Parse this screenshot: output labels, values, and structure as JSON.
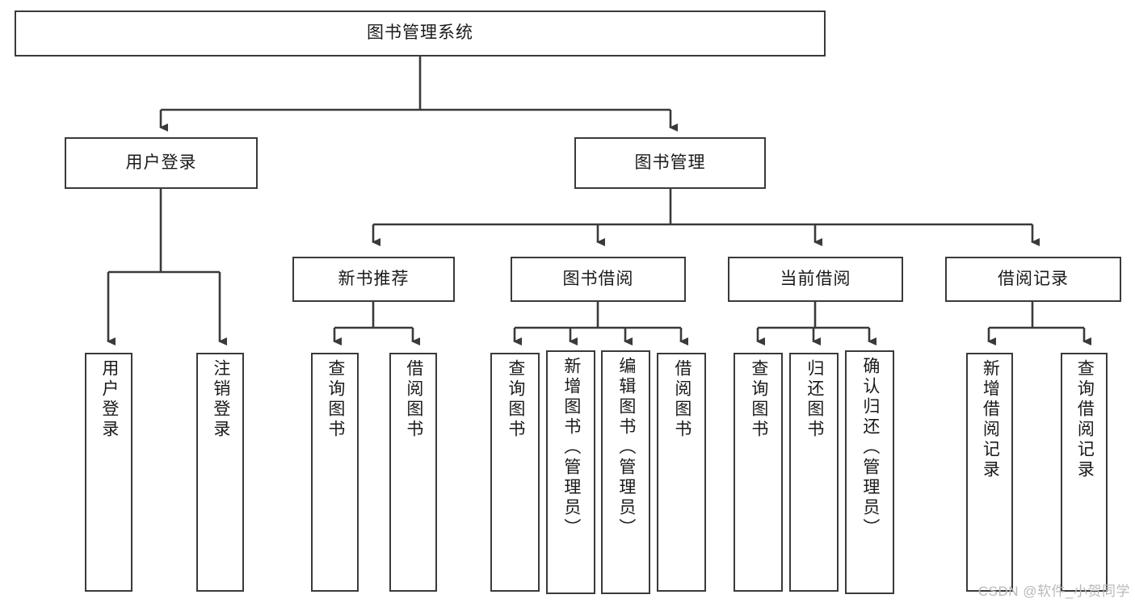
{
  "diagram": {
    "title": "图书管理系统",
    "type": "tree",
    "root": {
      "label": "图书管理系统"
    },
    "level2": [
      {
        "label": "用户登录"
      },
      {
        "label": "图书管理"
      }
    ],
    "level3": [
      {
        "label": "新书推荐"
      },
      {
        "label": "图书借阅"
      },
      {
        "label": "当前借阅"
      },
      {
        "label": "借阅记录"
      }
    ],
    "leaves": {
      "user_login": [
        {
          "label": "用户登录"
        },
        {
          "label": "注销登录"
        }
      ],
      "new_book_recommend": [
        {
          "label": "查询图书"
        },
        {
          "label": "借阅图书"
        }
      ],
      "book_borrow": [
        {
          "label": "查询图书"
        },
        {
          "label": "新增图书（管理员）"
        },
        {
          "label": "编辑图书（管理员）"
        },
        {
          "label": "借阅图书"
        }
      ],
      "current_borrow": [
        {
          "label": "查询图书"
        },
        {
          "label": "归还图书"
        },
        {
          "label": "确认归还（管理员）"
        }
      ],
      "borrow_records": [
        {
          "label": "新增借阅记录"
        },
        {
          "label": "查询借阅记录"
        }
      ]
    }
  },
  "watermark": {
    "text": "CSDN @软件_小贺同学"
  },
  "colors": {
    "stroke": "#3a3a3a",
    "text": "#1a1a1a",
    "background": "#ffffff",
    "watermark": "#b9b9b9"
  }
}
